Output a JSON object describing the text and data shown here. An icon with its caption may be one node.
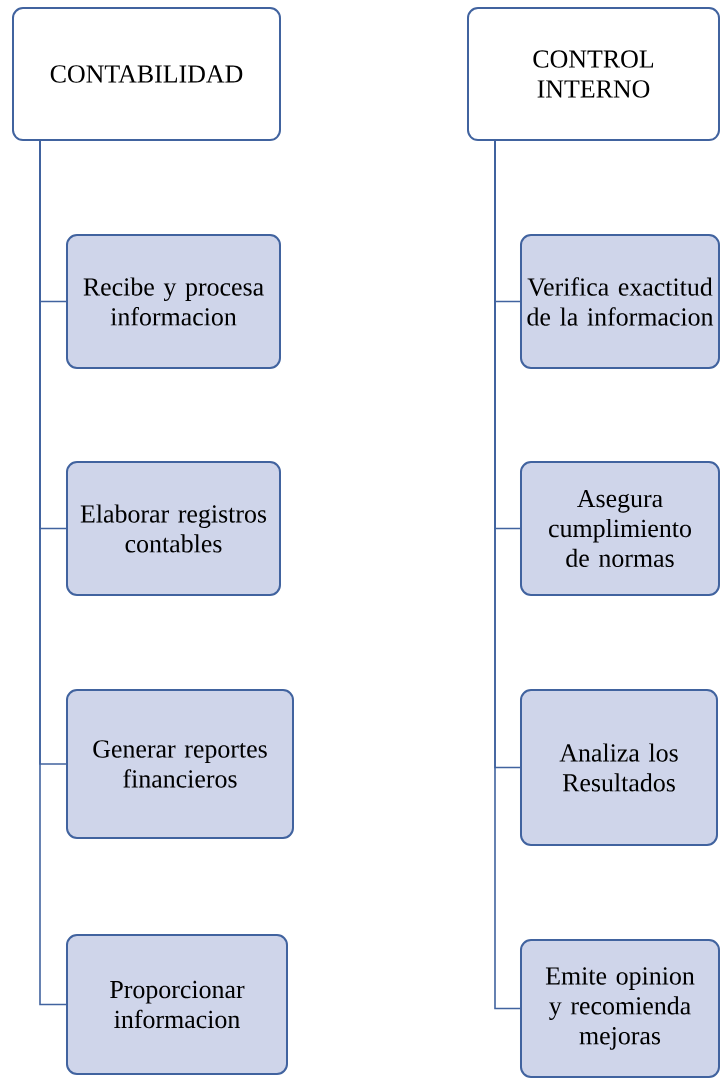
{
  "diagram": {
    "nodes": [
      {
        "text": [
          "CONTABILIDAD"
        ]
      },
      {
        "text": [
          "Recibe y procesa informacion"
        ]
      },
      {
        "text": [
          "Elaborar registros contables"
        ]
      },
      {
        "text": [
          "Generar reportes financieros"
        ]
      },
      {
        "text": [
          "Proporcionar informacion"
        ]
      },
      {
        "text": [
          "CONTROL INTERNO"
        ]
      },
      {
        "text": [
          "Verifica exactitud de la informacion"
        ]
      },
      {
        "text": [
          "Asegura cumplimiento de normas"
        ]
      },
      {
        "text": [
          "Analiza los Resultados"
        ]
      },
      {
        "text": [
          "Emite opinion y recomienda mejoras"
        ]
      }
    ],
    "edges": [
      {
        "from": 0,
        "to": 1,
        "arrow": "none"
      },
      {
        "from": 0,
        "to": 2,
        "arrow": "none"
      },
      {
        "from": 0,
        "to": 3,
        "arrow": "none"
      },
      {
        "from": 0,
        "to": 4,
        "arrow": "none"
      },
      {
        "from": 5,
        "to": 6,
        "arrow": "none"
      },
      {
        "from": 5,
        "to": 7,
        "arrow": "none"
      },
      {
        "from": 5,
        "to": 8,
        "arrow": "none"
      },
      {
        "from": 5,
        "to": 9,
        "arrow": "none"
      }
    ]
  }
}
